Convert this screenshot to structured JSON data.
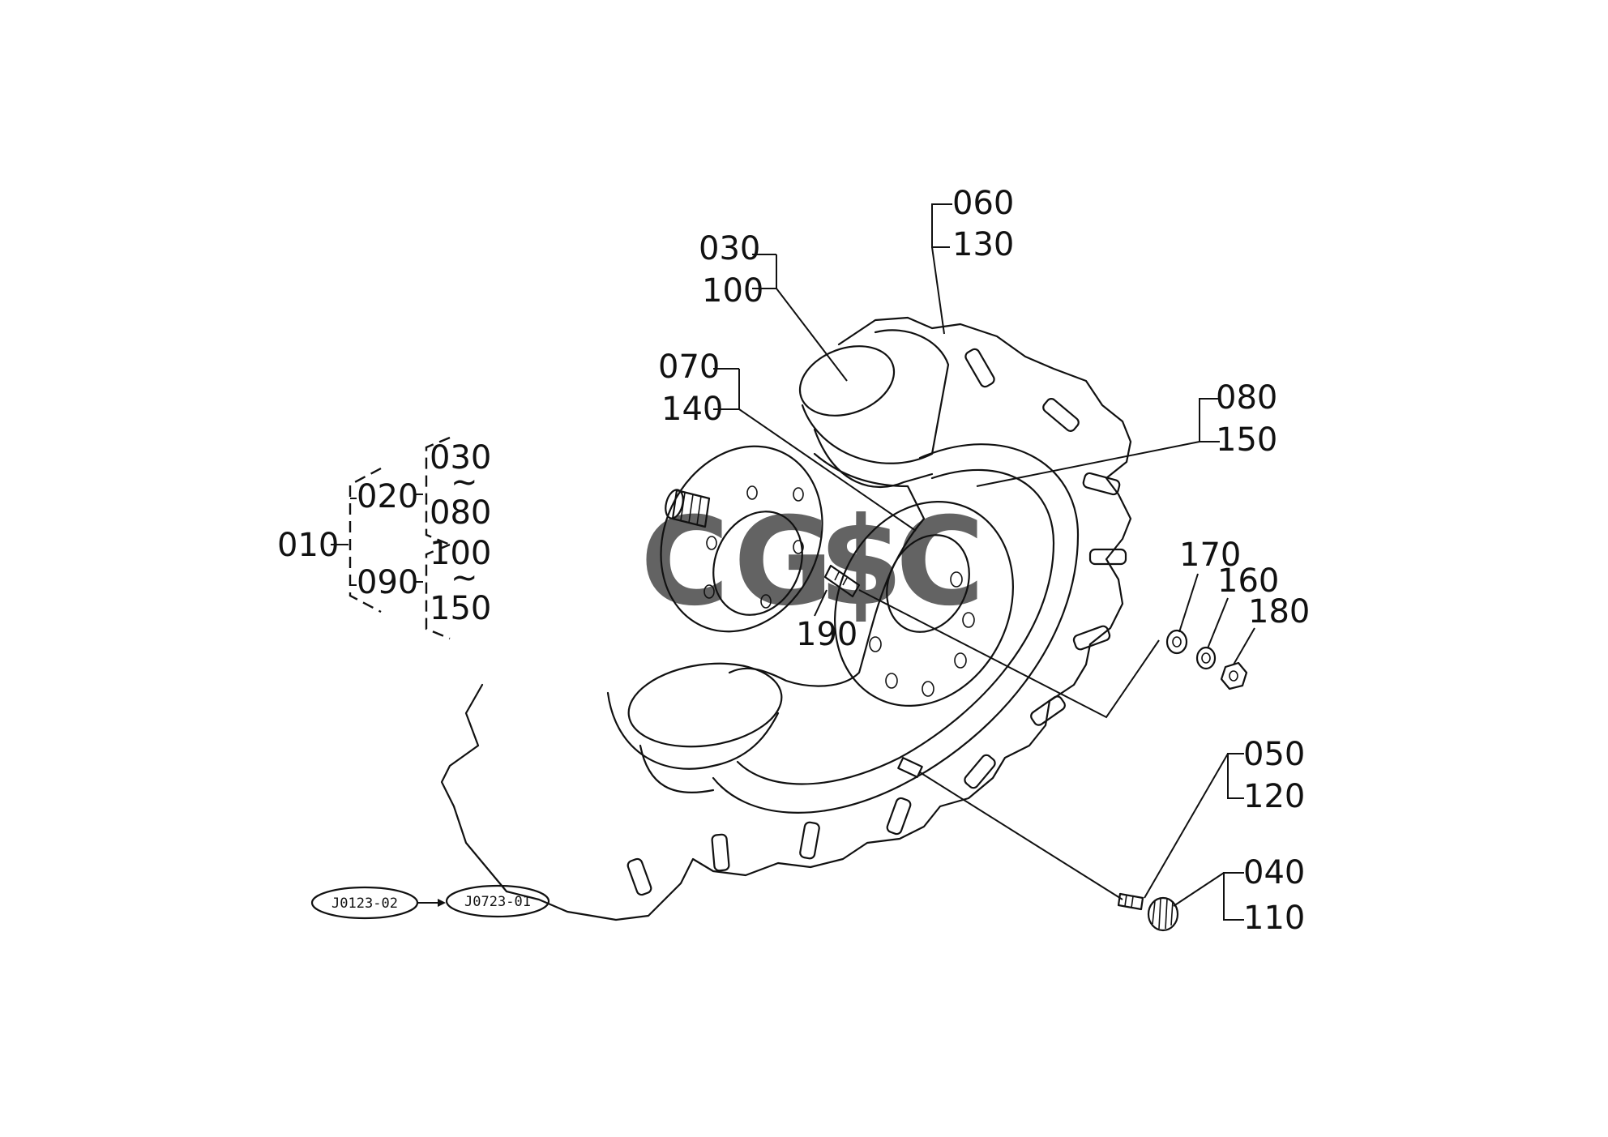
{
  "watermark": {
    "letters": [
      {
        "char": "C",
        "color": "#4A86E8"
      },
      {
        "char": "G",
        "color": "#E8564A"
      },
      {
        "char": "$",
        "color": "#F4C430"
      },
      {
        "char": "C",
        "color": "#34A853"
      }
    ]
  },
  "hierarchy": {
    "root": "010",
    "groups": [
      {
        "code": "020",
        "range_start": "030",
        "range_sep": "~",
        "range_end": "080"
      },
      {
        "code": "090",
        "range_start": "100",
        "range_sep": "~",
        "range_end": "150"
      }
    ]
  },
  "callouts": {
    "c030": "030",
    "c100": "100",
    "c060": "060",
    "c130": "130",
    "c070": "070",
    "c140": "140",
    "c080": "080",
    "c150": "150",
    "c190": "190",
    "c170": "170",
    "c160": "160",
    "c180": "180",
    "c050": "050",
    "c120": "120",
    "c040": "040",
    "c110": "110"
  },
  "references": {
    "from": "J0123-02",
    "to": "J0723-01"
  }
}
